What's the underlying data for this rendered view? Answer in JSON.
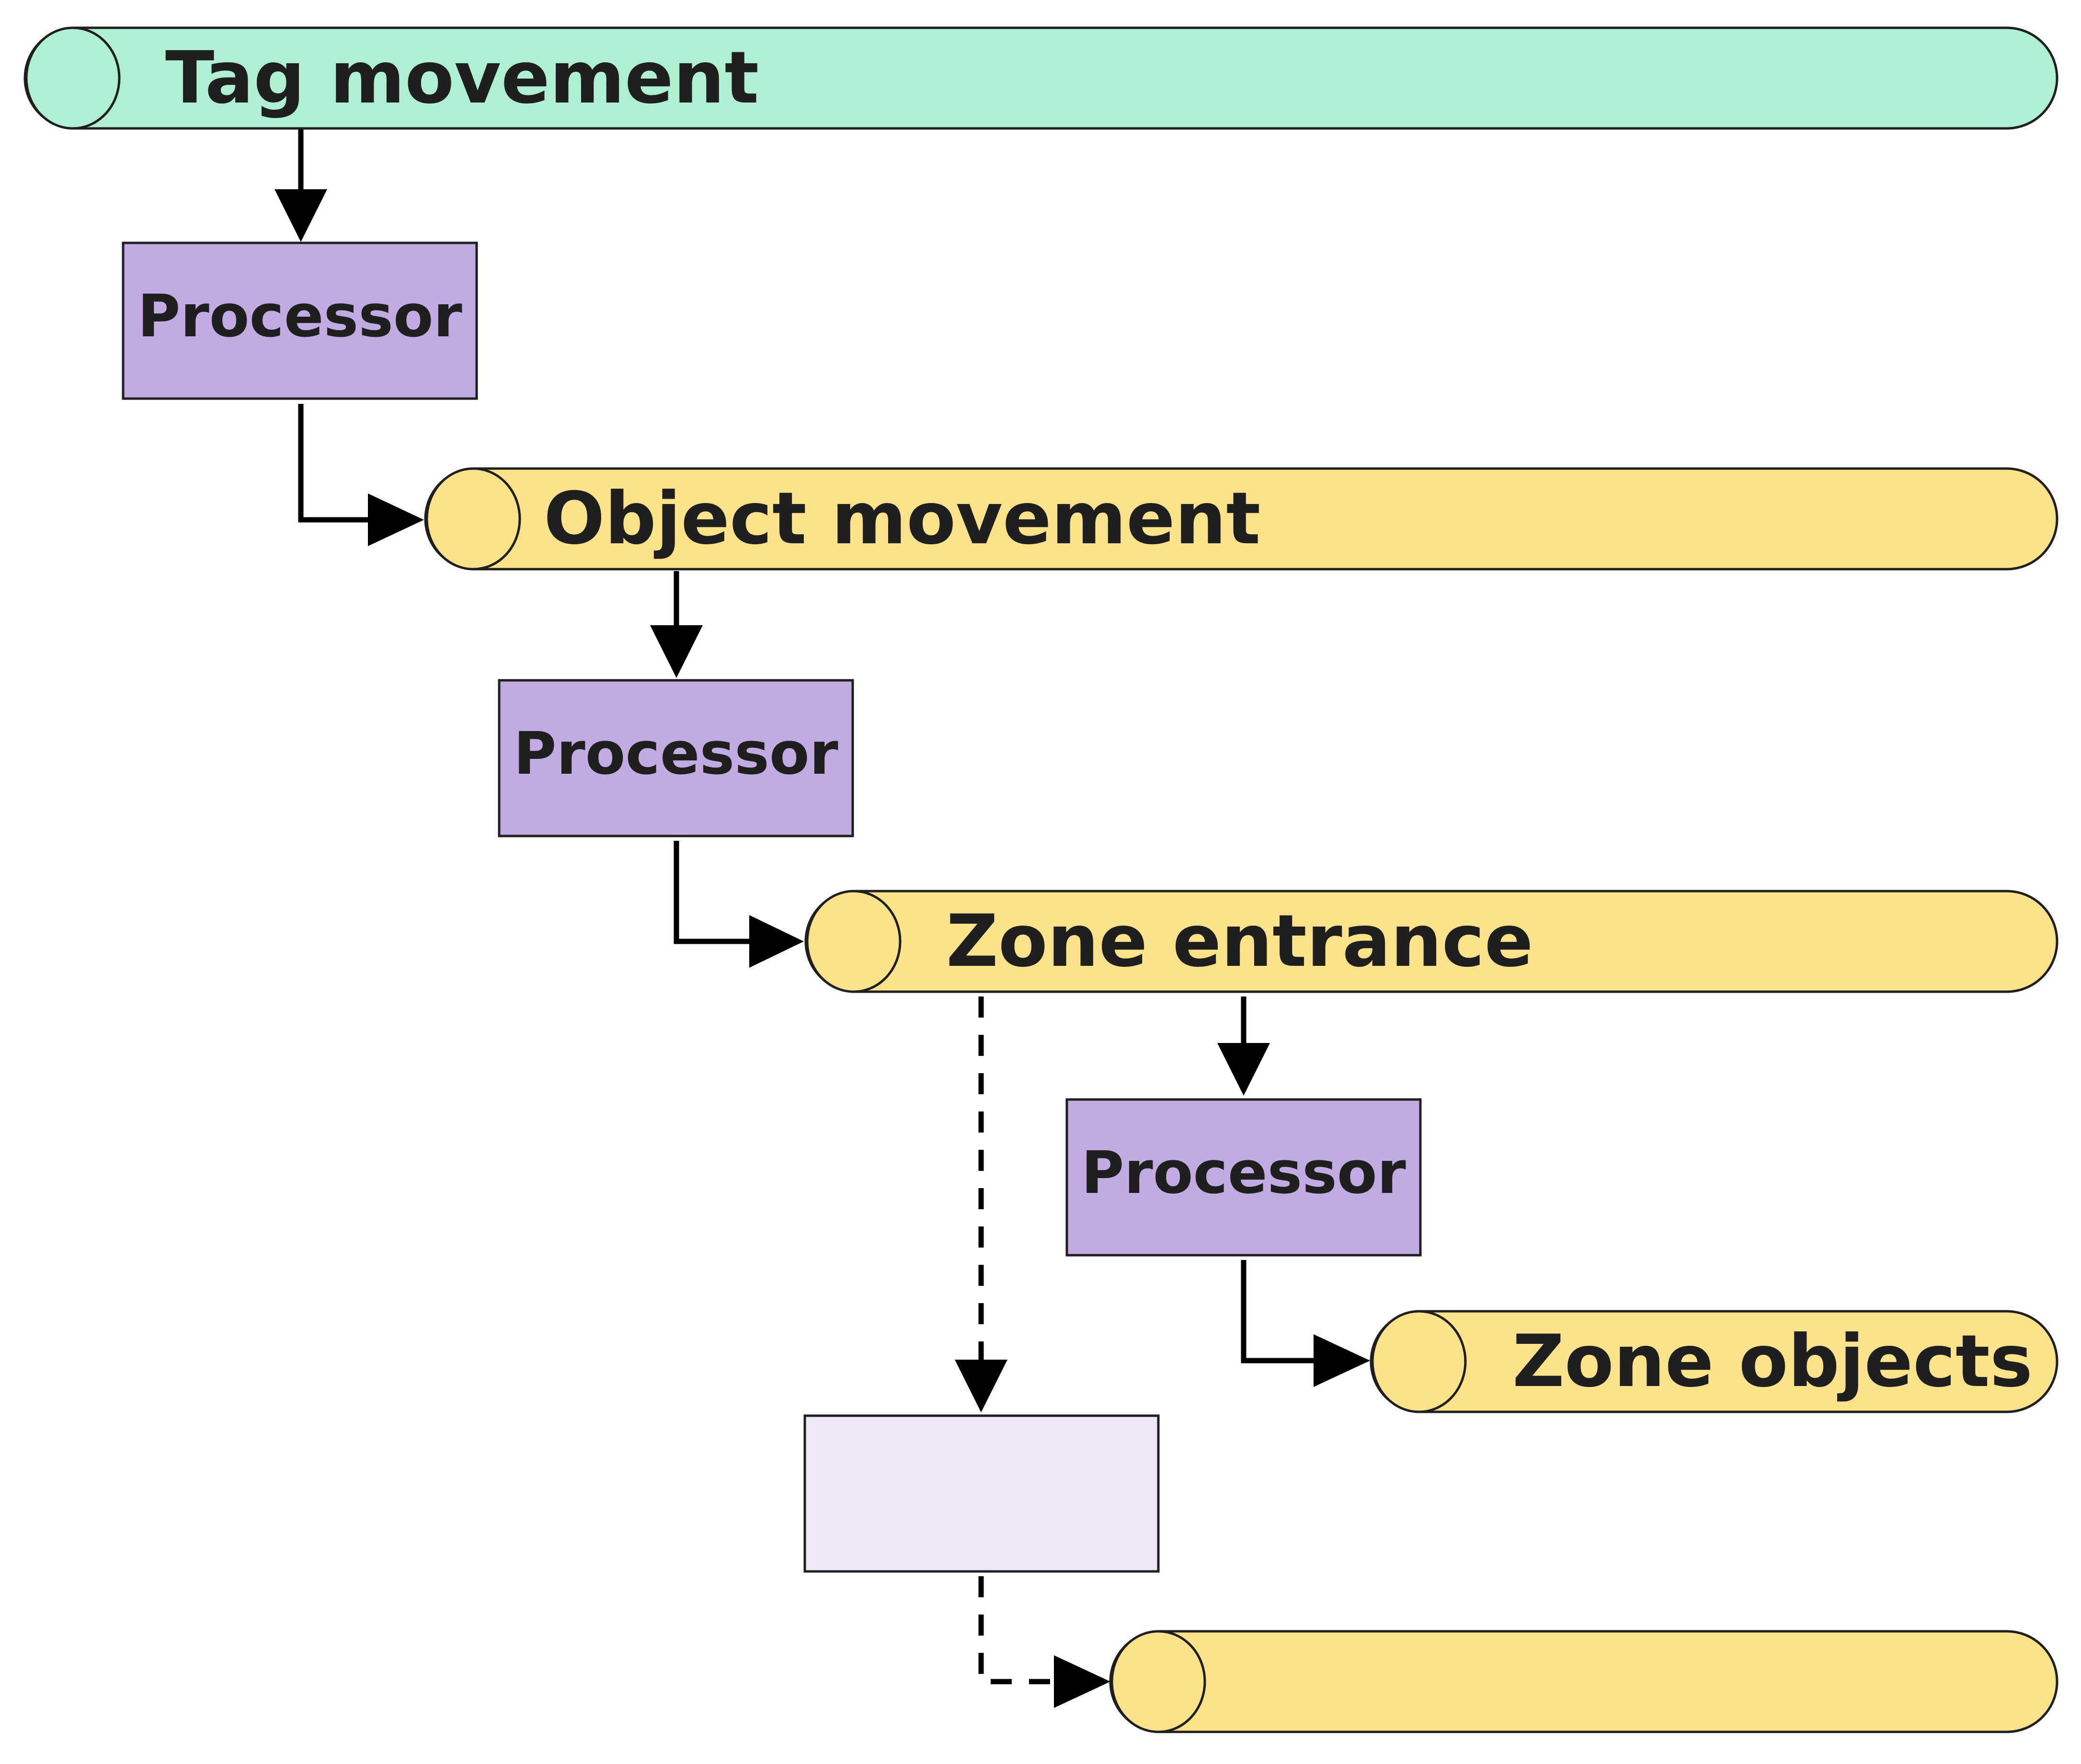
{
  "colors": {
    "source_topic": "#b0f0d2",
    "topic": "#fce28a",
    "processor": "#c2aae2",
    "placeholder_box": "#ede7f6",
    "stroke": "#1f1f1f",
    "text": "#1f1f1f"
  },
  "nodes": {
    "tag_movement": {
      "label": "Tag movement"
    },
    "processor_1": {
      "label": "Processor"
    },
    "object_movement": {
      "label": "Object movement"
    },
    "processor_2": {
      "label": "Processor"
    },
    "zone_entrance": {
      "label": "Zone entrance"
    },
    "processor_3": {
      "label": "Processor"
    },
    "zone_objects": {
      "label": "Zone objects"
    },
    "unlabeled_box": {
      "label": ""
    },
    "unlabeled_topic": {
      "label": ""
    }
  }
}
